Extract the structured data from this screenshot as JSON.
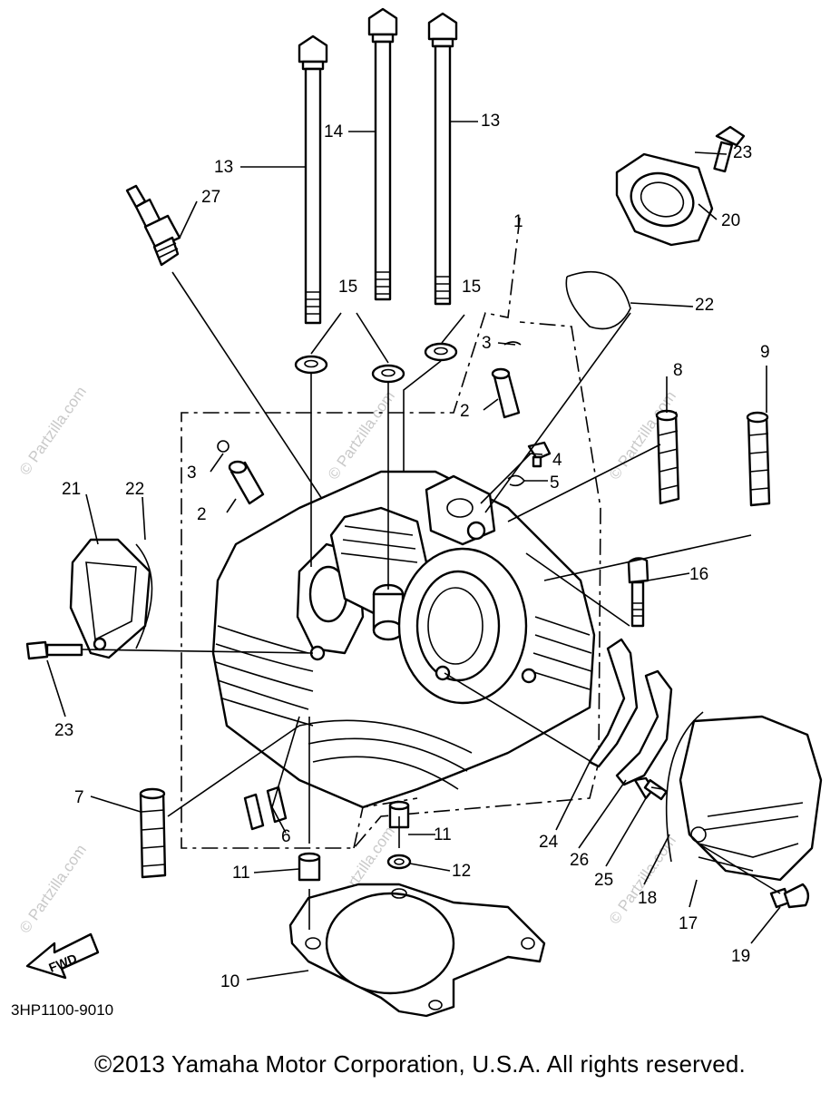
{
  "watermark": "© Partzilla.com",
  "diagram_code": "3HP1100-9010",
  "fwd_label": "FWD",
  "copyright": "©2013 Yamaha Motor Corporation, U.S.A. All rights reserved.",
  "callouts": {
    "c1": "1",
    "c2a": "2",
    "c2b": "2",
    "c3a": "3",
    "c3b": "3",
    "c4": "4",
    "c5": "5",
    "c6": "6",
    "c7": "7",
    "c8": "8",
    "c9": "9",
    "c10": "10",
    "c11a": "11",
    "c11b": "11",
    "c12": "12",
    "c13a": "13",
    "c13b": "13",
    "c14": "14",
    "c15a": "15",
    "c15b": "15",
    "c16": "16",
    "c17": "17",
    "c18": "18",
    "c19": "19",
    "c20": "20",
    "c21": "21",
    "c22a": "22",
    "c22b": "22",
    "c23a": "23",
    "c23b": "23",
    "c24": "24",
    "c25": "25",
    "c26": "26",
    "c27": "27"
  }
}
